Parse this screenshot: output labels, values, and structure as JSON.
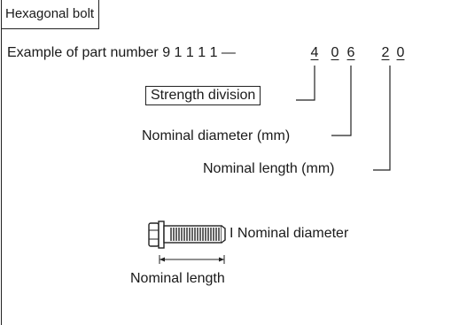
{
  "title": "Hexagonal bolt",
  "example_prefix": "Example of part number 9  1 1 1 1 —",
  "digits": [
    "4",
    "0",
    "6",
    "2",
    "0"
  ],
  "labels": {
    "strength": "Strength division",
    "diameter": "Nominal diameter (mm)",
    "length": "Nominal length (mm)"
  },
  "figure": {
    "diameter_label": "I Nominal diameter",
    "length_label": "Nominal length"
  }
}
